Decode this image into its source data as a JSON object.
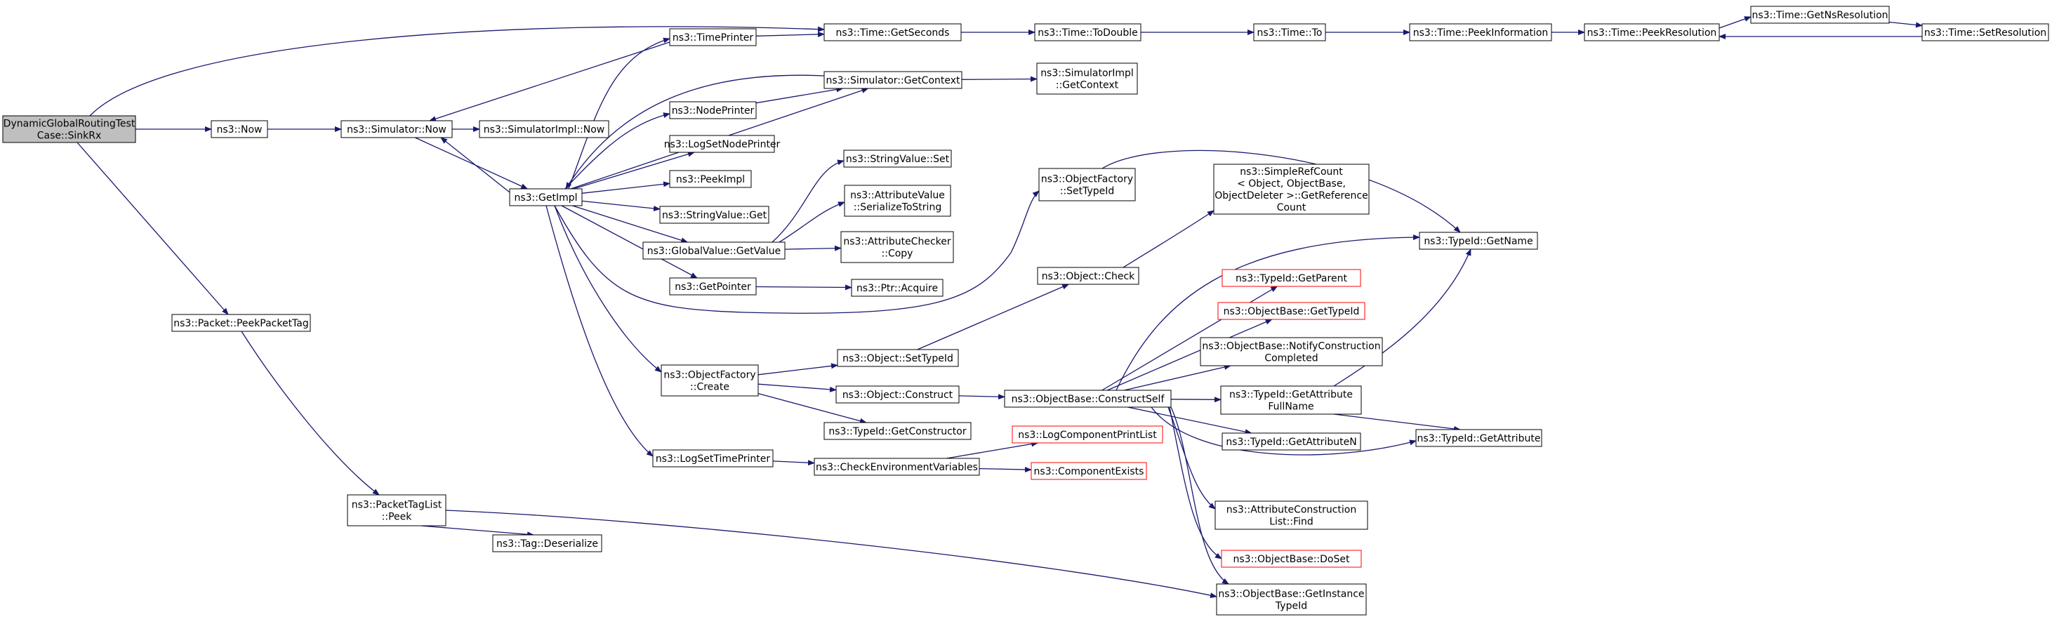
{
  "colors": {
    "edge": "#191970",
    "node_border": "#000000",
    "node_border_red": "#ff0000",
    "root_fill": "#bfbfbf",
    "node_fill": "#ffffff"
  },
  "nodes": [
    {
      "id": "root",
      "lines": [
        "DynamicGlobalRoutingTest",
        "Case::SinkRx"
      ],
      "style": "root"
    },
    {
      "id": "now",
      "lines": [
        "ns3::Now"
      ]
    },
    {
      "id": "simnow",
      "lines": [
        "ns3::Simulator::Now"
      ]
    },
    {
      "id": "simimplnow",
      "lines": [
        "ns3::SimulatorImpl::Now"
      ]
    },
    {
      "id": "getimpl",
      "lines": [
        "ns3::GetImpl"
      ]
    },
    {
      "id": "timeprinter",
      "lines": [
        "ns3::TimePrinter"
      ]
    },
    {
      "id": "nodeprinter",
      "lines": [
        "ns3::NodePrinter"
      ]
    },
    {
      "id": "logsetnodeprinter",
      "lines": [
        "ns3::LogSetNodePrinter"
      ]
    },
    {
      "id": "peekimpl",
      "lines": [
        "ns3::PeekImpl"
      ]
    },
    {
      "id": "stringvalueget",
      "lines": [
        "ns3::StringValue::Get"
      ]
    },
    {
      "id": "globalvalueget",
      "lines": [
        "ns3::GlobalValue::GetValue"
      ]
    },
    {
      "id": "getpointer",
      "lines": [
        "ns3::GetPointer"
      ]
    },
    {
      "id": "ofcreate",
      "lines": [
        "ns3::ObjectFactory",
        "::Create"
      ]
    },
    {
      "id": "logsettimeprinter",
      "lines": [
        "ns3::LogSetTimePrinter"
      ]
    },
    {
      "id": "peekpackettag",
      "lines": [
        "ns3::Packet::PeekPacketTag"
      ]
    },
    {
      "id": "ptlpeek",
      "lines": [
        "ns3::PacketTagList",
        "::Peek"
      ]
    },
    {
      "id": "tagdeser",
      "lines": [
        "ns3::Tag::Deserialize"
      ]
    },
    {
      "id": "getseconds",
      "lines": [
        "ns3::Time::GetSeconds"
      ]
    },
    {
      "id": "todouble",
      "lines": [
        "ns3::Time::ToDouble"
      ]
    },
    {
      "id": "timeto",
      "lines": [
        "ns3::Time::To"
      ]
    },
    {
      "id": "peekinfo",
      "lines": [
        "ns3::Time::PeekInformation"
      ]
    },
    {
      "id": "peekres",
      "lines": [
        "ns3::Time::PeekResolution"
      ]
    },
    {
      "id": "getnsres",
      "lines": [
        "ns3::Time::GetNsResolution"
      ]
    },
    {
      "id": "setres",
      "lines": [
        "ns3::Time::SetResolution"
      ]
    },
    {
      "id": "simgetctx",
      "lines": [
        "ns3::Simulator::GetContext"
      ]
    },
    {
      "id": "simimplgetctx",
      "lines": [
        "ns3::SimulatorImpl",
        "::GetContext"
      ]
    },
    {
      "id": "stringvalueset",
      "lines": [
        "ns3::StringValue::Set"
      ]
    },
    {
      "id": "avser",
      "lines": [
        "ns3::AttributeValue",
        "::SerializeToString"
      ]
    },
    {
      "id": "accopy",
      "lines": [
        "ns3::AttributeChecker",
        "::Copy"
      ]
    },
    {
      "id": "ptracquire",
      "lines": [
        "ns3::Ptr::Acquire"
      ]
    },
    {
      "id": "objsettypeid",
      "lines": [
        "ns3::Object::SetTypeId"
      ]
    },
    {
      "id": "objconstruct",
      "lines": [
        "ns3::Object::Construct"
      ]
    },
    {
      "id": "typeidgetctor",
      "lines": [
        "ns3::TypeId::GetConstructor"
      ]
    },
    {
      "id": "checkenv",
      "lines": [
        "ns3::CheckEnvironmentVariables"
      ]
    },
    {
      "id": "logcomplist",
      "lines": [
        "ns3::LogComponentPrintList"
      ],
      "style": "red"
    },
    {
      "id": "compexists",
      "lines": [
        "ns3::ComponentExists"
      ],
      "style": "red"
    },
    {
      "id": "ofsettypeid",
      "lines": [
        "ns3::ObjectFactory",
        "::SetTypeId"
      ]
    },
    {
      "id": "objcheck",
      "lines": [
        "ns3::Object::Check"
      ]
    },
    {
      "id": "obconstructself",
      "lines": [
        "ns3::ObjectBase::ConstructSelf"
      ]
    },
    {
      "id": "simplerefcount",
      "lines": [
        "ns3::SimpleRefCount",
        "< Object, ObjectBase,",
        "ObjectDeleter >::GetReference",
        "Count"
      ]
    },
    {
      "id": "typeidgetparent",
      "lines": [
        "ns3::TypeId::GetParent"
      ],
      "style": "red"
    },
    {
      "id": "obgettypeid",
      "lines": [
        "ns3::ObjectBase::GetTypeId"
      ],
      "style": "red"
    },
    {
      "id": "obnotify",
      "lines": [
        "ns3::ObjectBase::NotifyConstruction",
        "Completed"
      ]
    },
    {
      "id": "typeidgetattrfull",
      "lines": [
        "ns3::TypeId::GetAttribute",
        "FullName"
      ]
    },
    {
      "id": "typeidgetattrn",
      "lines": [
        "ns3::TypeId::GetAttributeN"
      ]
    },
    {
      "id": "attrconstfind",
      "lines": [
        "ns3::AttributeConstruction",
        "List::Find"
      ]
    },
    {
      "id": "obdoset",
      "lines": [
        "ns3::ObjectBase::DoSet"
      ],
      "style": "red"
    },
    {
      "id": "obgetinst",
      "lines": [
        "ns3::ObjectBase::GetInstance",
        "TypeId"
      ]
    },
    {
      "id": "typeidgetname",
      "lines": [
        "ns3::TypeId::GetName"
      ]
    },
    {
      "id": "typeidgetattr",
      "lines": [
        "ns3::TypeId::GetAttribute"
      ]
    }
  ],
  "edges": [
    [
      "root",
      "now"
    ],
    [
      "root",
      "getseconds"
    ],
    [
      "root",
      "peekpackettag"
    ],
    [
      "now",
      "simnow"
    ],
    [
      "simnow",
      "simimplnow"
    ],
    [
      "simnow",
      "getimpl"
    ],
    [
      "getimpl",
      "timeprinter"
    ],
    [
      "getimpl",
      "nodeprinter"
    ],
    [
      "getimpl",
      "logsetnodeprinter"
    ],
    [
      "getimpl",
      "peekimpl"
    ],
    [
      "getimpl",
      "stringvalueget"
    ],
    [
      "getimpl",
      "globalvalueget"
    ],
    [
      "getimpl",
      "getpointer"
    ],
    [
      "getimpl",
      "ofcreate"
    ],
    [
      "getimpl",
      "logsettimeprinter"
    ],
    [
      "getimpl",
      "ofsettypeid"
    ],
    [
      "getimpl",
      "simnow"
    ],
    [
      "getimpl",
      "simgetctx"
    ],
    [
      "timeprinter",
      "getseconds"
    ],
    [
      "timeprinter",
      "simnow"
    ],
    [
      "nodeprinter",
      "simgetctx"
    ],
    [
      "simgetctx",
      "simimplgetctx"
    ],
    [
      "simgetctx",
      "getimpl"
    ],
    [
      "getseconds",
      "todouble"
    ],
    [
      "todouble",
      "timeto"
    ],
    [
      "timeto",
      "peekinfo"
    ],
    [
      "peekinfo",
      "peekres"
    ],
    [
      "peekres",
      "getnsres"
    ],
    [
      "getnsres",
      "setres"
    ],
    [
      "setres",
      "peekres"
    ],
    [
      "globalvalueget",
      "stringvalueset"
    ],
    [
      "globalvalueget",
      "avser"
    ],
    [
      "globalvalueget",
      "accopy"
    ],
    [
      "getpointer",
      "ptracquire"
    ],
    [
      "ofcreate",
      "objsettypeid"
    ],
    [
      "ofcreate",
      "objconstruct"
    ],
    [
      "ofcreate",
      "typeidgetctor"
    ],
    [
      "logsettimeprinter",
      "checkenv"
    ],
    [
      "checkenv",
      "logcomplist"
    ],
    [
      "checkenv",
      "compexists"
    ],
    [
      "objsettypeid",
      "objcheck"
    ],
    [
      "objconstruct",
      "obconstructself"
    ],
    [
      "objcheck",
      "simplerefcount"
    ],
    [
      "ofsettypeid",
      "typeidgetname"
    ],
    [
      "obconstructself",
      "typeidgetname"
    ],
    [
      "obconstructself",
      "typeidgetparent"
    ],
    [
      "obconstructself",
      "obgettypeid"
    ],
    [
      "obconstructself",
      "obnotify"
    ],
    [
      "obconstructself",
      "typeidgetattrfull"
    ],
    [
      "obconstructself",
      "typeidgetattrn"
    ],
    [
      "obconstructself",
      "typeidgetattr"
    ],
    [
      "obconstructself",
      "attrconstfind"
    ],
    [
      "obconstructself",
      "obdoset"
    ],
    [
      "obconstructself",
      "obgetinst"
    ],
    [
      "typeidgetattrfull",
      "typeidgetname"
    ],
    [
      "typeidgetattrfull",
      "typeidgetattr"
    ],
    [
      "peekpackettag",
      "ptlpeek"
    ],
    [
      "ptlpeek",
      "tagdeser"
    ],
    [
      "ptlpeek",
      "obgetinst"
    ]
  ]
}
